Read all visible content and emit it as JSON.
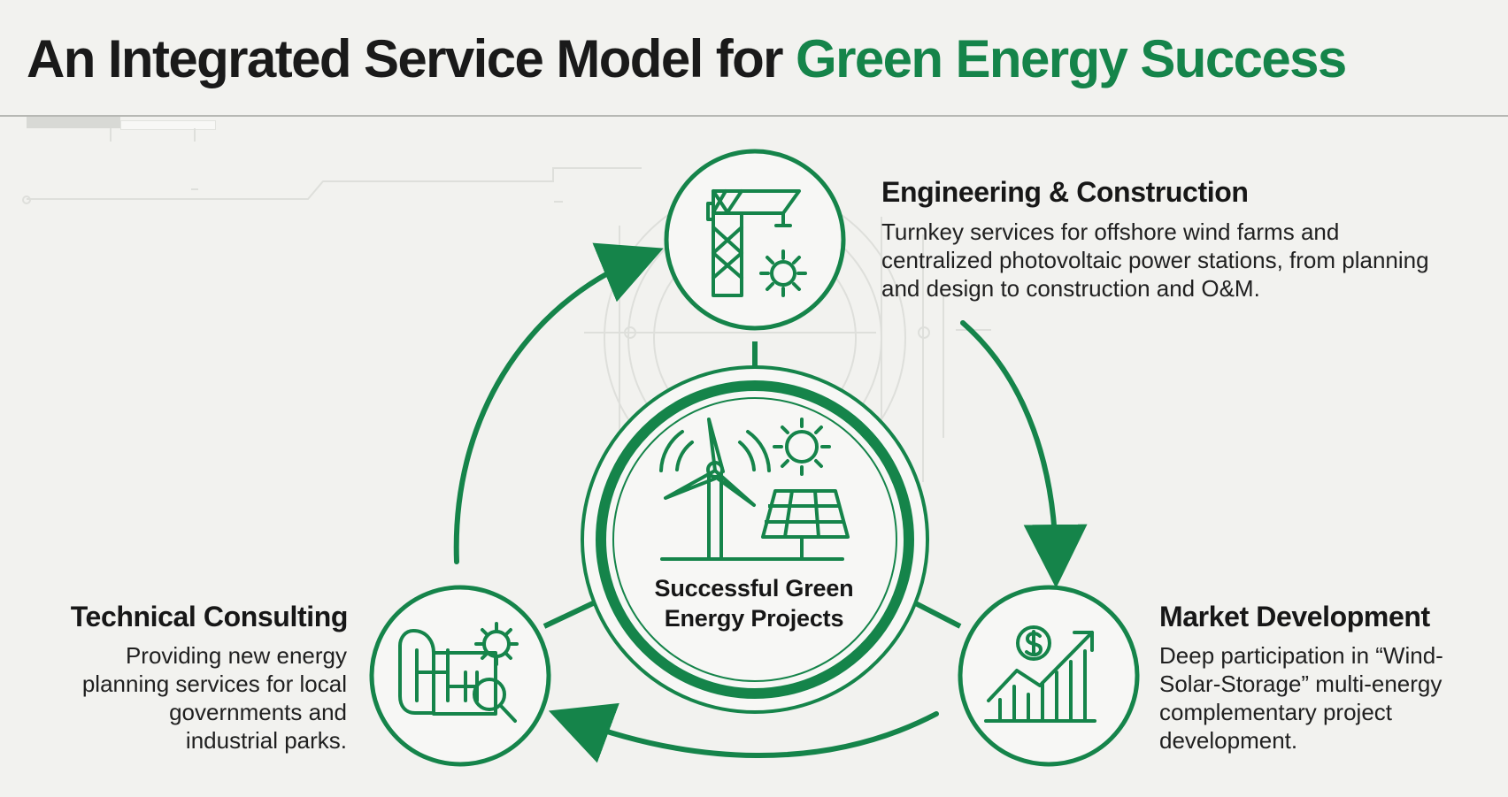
{
  "headline": {
    "dark_text": "An Integrated Service Model for ",
    "green_text": "Green Energy Success"
  },
  "center": {
    "label": "Successful Green Energy Projects",
    "icons": [
      "wind-turbine-icon",
      "sun-icon",
      "solar-panel-icon"
    ]
  },
  "services": {
    "engineering": {
      "title": "Engineering & Construction",
      "description": "Turnkey services for offshore wind farms and centralized photovoltaic power stations, from planning and design to construction and O&M.",
      "icon": "crane-gear-icon"
    },
    "market": {
      "title": "Market Development",
      "description": "Deep participation in “Wind-Solar-Storage” multi-energy complementary project development.",
      "icon": "dollar-growth-chart-icon"
    },
    "technical": {
      "title": "Technical Consulting",
      "description": "Providing new energy planning services for local governments and industrial parks.",
      "icon": "blueprint-gear-magnifier-icon"
    }
  },
  "colors": {
    "accent_green": "#15844a",
    "background": "#f2f2ef",
    "text_dark": "#161616"
  }
}
